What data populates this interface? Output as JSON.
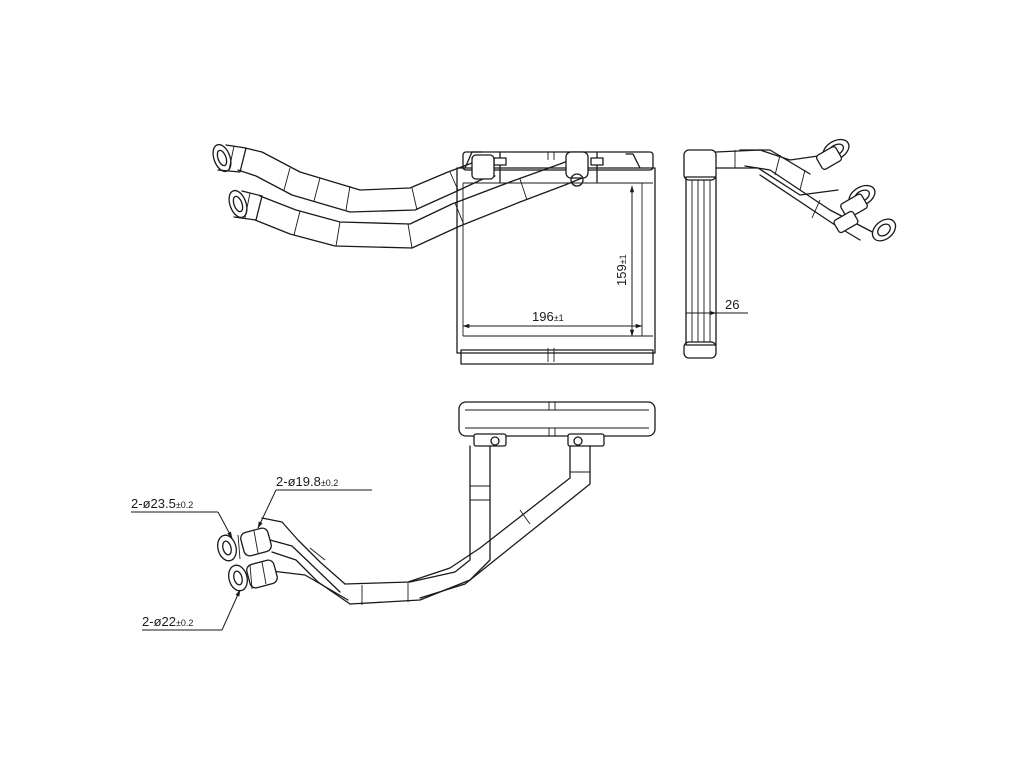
{
  "dimensions": {
    "width_value": "196",
    "width_tol": "±1",
    "height_value": "159",
    "height_tol": "±1",
    "depth_value": "26"
  },
  "callouts": {
    "pipe_a_qty": "2-",
    "pipe_a_diameter": "ø23.5",
    "pipe_a_tol": "±0.2",
    "pipe_b_qty": "2-",
    "pipe_b_diameter": "ø19.8",
    "pipe_b_tol": "±0.2",
    "pipe_c_qty": "2-",
    "pipe_c_diameter": "ø22",
    "pipe_c_tol": "±0.2"
  }
}
